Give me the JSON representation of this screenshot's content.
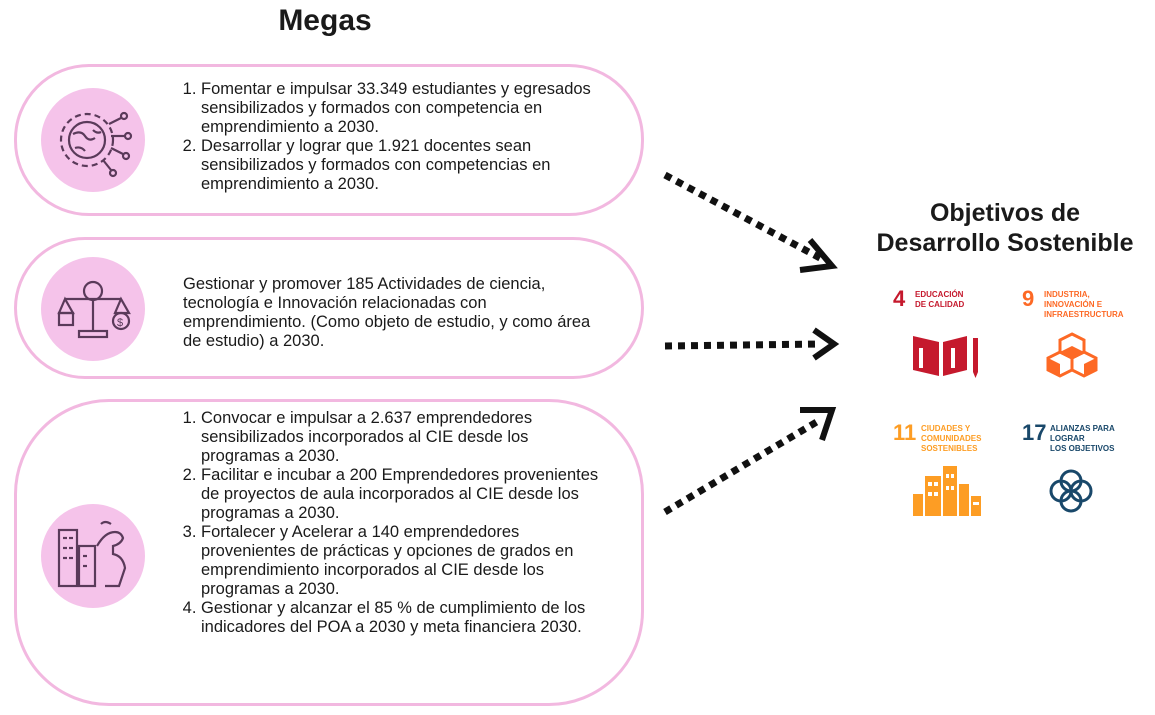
{
  "header": {
    "title": "Megas"
  },
  "cards": [
    {
      "icon": "globe-gear-icon",
      "items": [
        "Fomentar e impulsar 33.349 estudiantes y egresados sensibilizados y formados con competencia en emprendimiento a 2030.",
        "Desarrollar y lograr que 1.921 docentes sean sensibilizados y formados con competencias en emprendimiento a 2030."
      ]
    },
    {
      "icon": "balance-scale-icon",
      "text": "Gestionar y promover 185 Actividades de ciencia, tecnología e  Innovación relacionadas con emprendimiento. (Como objeto de estudio, y como área de estudio)  a 2030."
    },
    {
      "icon": "city-hand-icon",
      "items": [
        "Convocar e impulsar a 2.637 emprendedores sensibilizados incorporados al CIE desde los programas a 2030.",
        " Facilitar e incubar a 200 Emprendedores provenientes de proyectos de aula incorporados al CIE desde los programas a 2030.",
        "Fortalecer y Acelerar a 140 emprendedores provenientes de prácticas y opciones de grados en emprendimiento incorporados al CIE desde los programas a 2030.",
        "Gestionar y alcanzar el 85 % de cumplimiento de los indicadores del POA a 2030 y meta financiera 2030."
      ]
    }
  ],
  "ods": {
    "title_line1": "Objetivos de",
    "title_line2": "Desarrollo Sostenible",
    "goals": [
      {
        "number": "4",
        "label_l1": "Educación",
        "label_l2": "de calidad",
        "label_l3": "",
        "color": "#c5192d",
        "icon": "book-pencil-icon"
      },
      {
        "number": "9",
        "label_l1": "Industria,",
        "label_l2": "innovación e",
        "label_l3": "infraestructura",
        "color": "#fd6925",
        "icon": "cubes-icon"
      },
      {
        "number": "11",
        "label_l1": "Ciudades y",
        "label_l2": "comunidades",
        "label_l3": "sostenibles",
        "color": "#fd9d24",
        "icon": "city-buildings-icon"
      },
      {
        "number": "17",
        "label_l1": "Alianzas para",
        "label_l2": "lograr",
        "label_l3": "los objetivos",
        "color": "#19486a",
        "icon": "rings-icon"
      }
    ]
  },
  "colors": {
    "card_border": "#f2b8e0",
    "circle_fill": "#f5c3ea",
    "icon_stroke": "#5a3a5a",
    "arrow": "#111111"
  }
}
